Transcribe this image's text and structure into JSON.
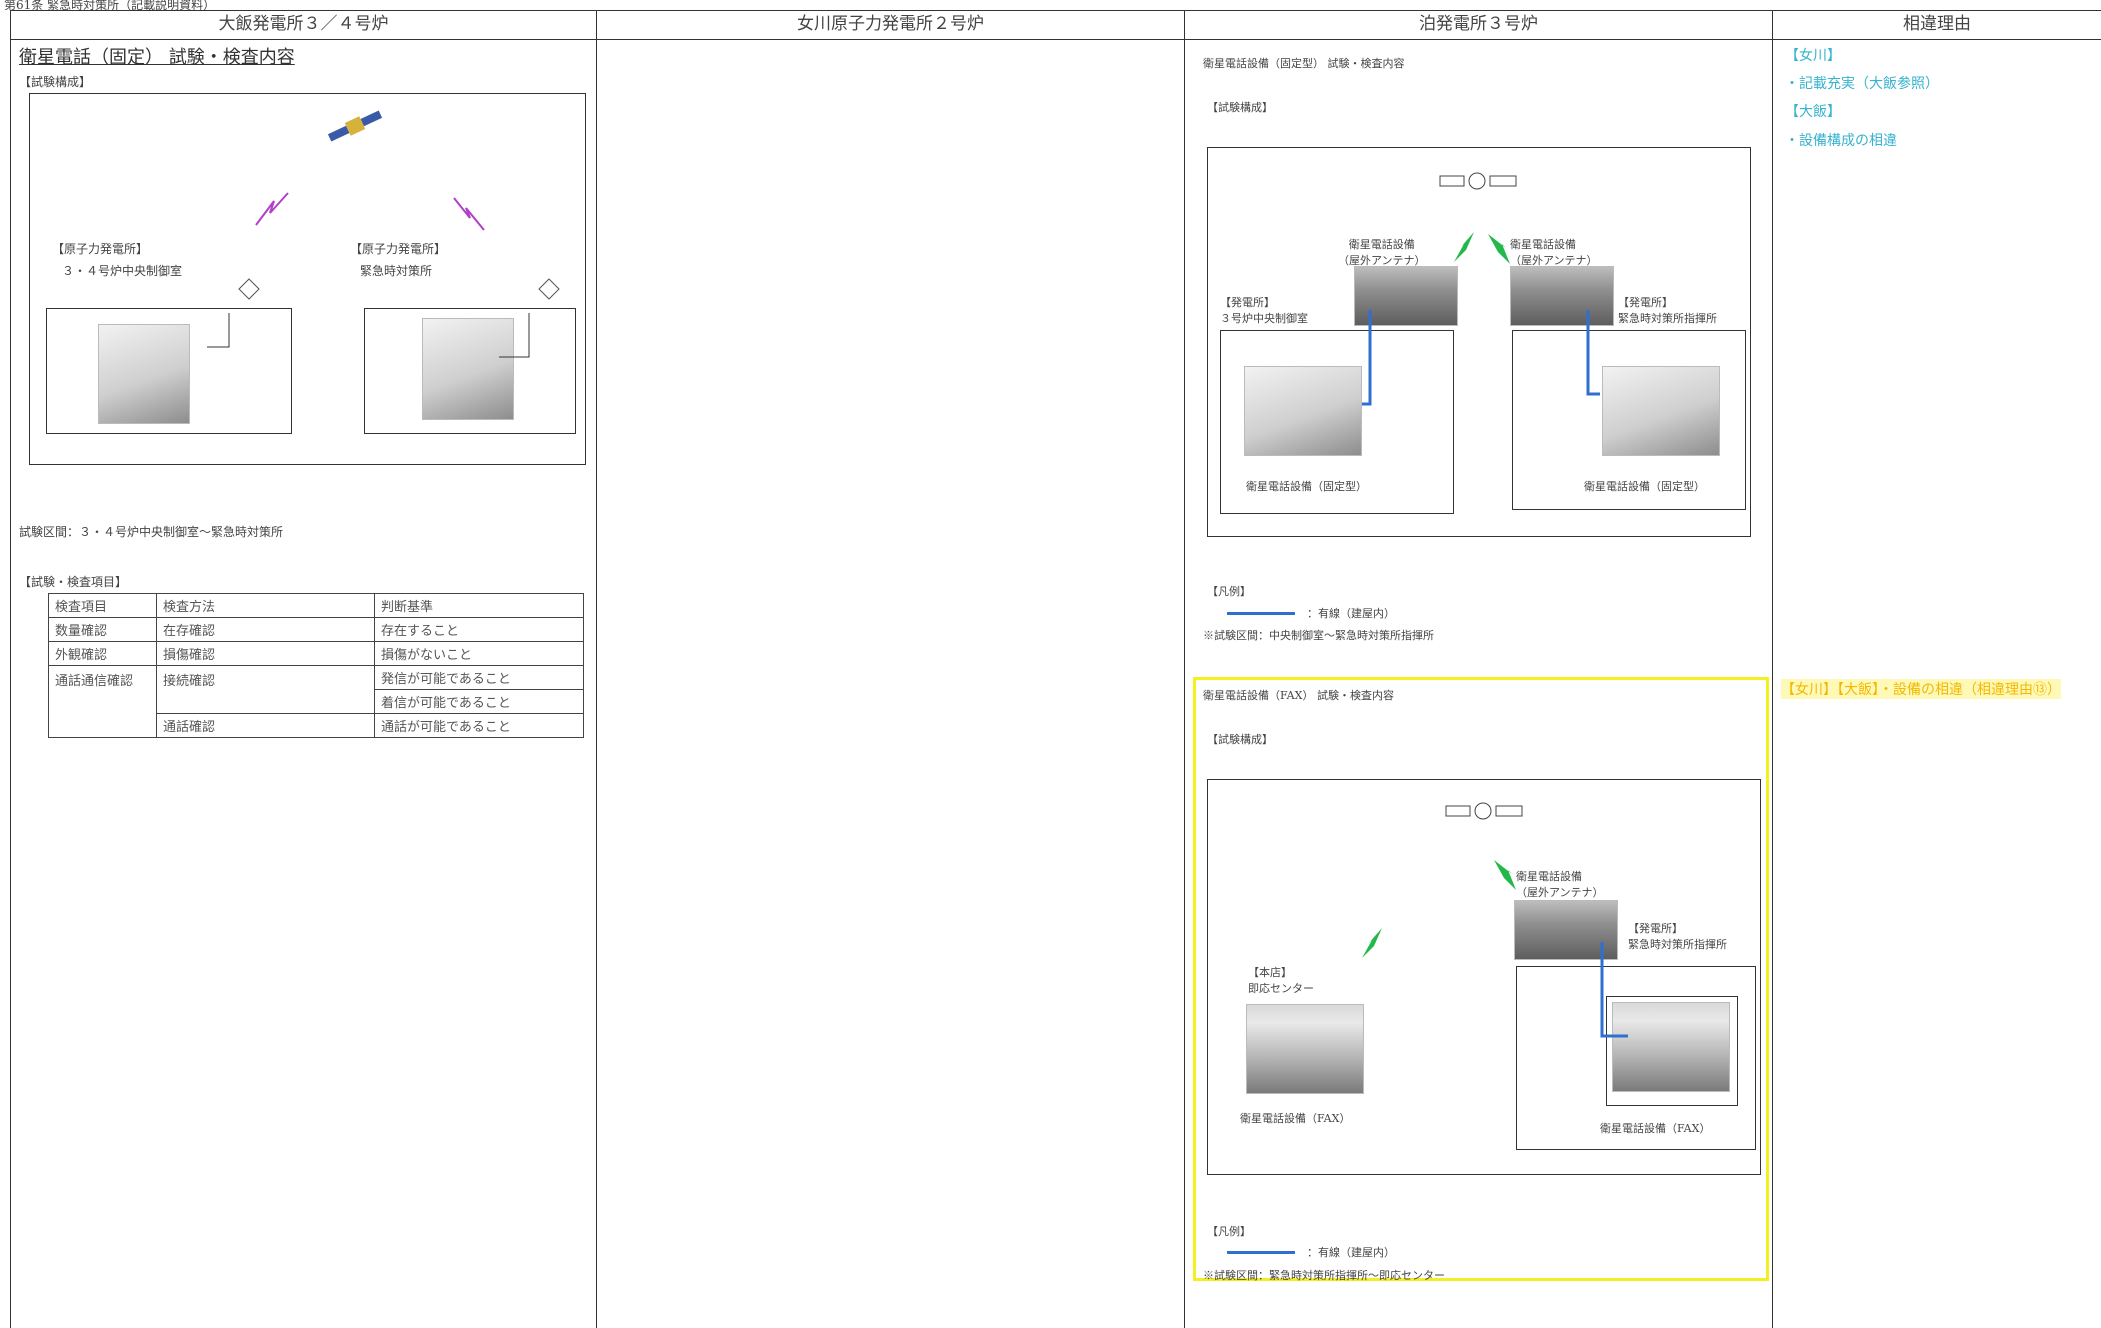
{
  "doc_header": "第61条 緊急時対策所（記載説明資料）",
  "columns": {
    "col1": "大飯発電所３／４号炉",
    "col2": "女川原子力発電所２号炉",
    "col3": "泊発電所３号炉",
    "col4": "相違理由"
  },
  "ohi": {
    "title": "衛星電話（固定） 試験・検査内容",
    "config_label": "【試験構成】",
    "left_station_label": "【原子力発電所】",
    "left_room": "３・４号炉中央制御室",
    "right_station_label": "【原子力発電所】",
    "right_room": "緊急時対策所",
    "section_range": "試験区間：３・４号炉中央制御室～緊急時対策所",
    "items_label": "【試験・検査項目】",
    "table_header": [
      "検査項目",
      "検査方法",
      "判断基準"
    ],
    "rows": [
      {
        "item": "数量確認",
        "method": "在存確認",
        "criteria": "存在すること"
      },
      {
        "item": "外観確認",
        "method": "損傷確認",
        "criteria": "損傷がないこと"
      },
      {
        "item": "通話通信確認",
        "method": "接続確認",
        "criteria": "発信が可能であること"
      },
      {
        "item": "",
        "method": "",
        "criteria": "着信が可能であること"
      },
      {
        "item": "",
        "method": "通話確認",
        "criteria": "通話が可能であること"
      }
    ]
  },
  "tomari_fixed": {
    "title": "衛星電話設備（固定型） 試験・検査内容",
    "config_label": "【試験構成】",
    "antenna_left": [
      "衛星電話設備",
      "（屋外アンテナ）"
    ],
    "antenna_right": [
      "衛星電話設備",
      "（屋外アンテナ）"
    ],
    "left_station": [
      "【発電所】",
      "３号炉中央制御室"
    ],
    "right_station": [
      "【発電所】",
      "緊急時対策所指揮所"
    ],
    "left_device": "衛星電話設備（固定型）",
    "right_device": "衛星電話設備（固定型）",
    "legend_label": "【凡例】",
    "legend_text": "：有線（建屋内）",
    "section_note": "※試験区間：中央制御室～緊急時対策所指揮所"
  },
  "tomari_fax": {
    "title": "衛星電話設備（FAX） 試験・検査内容",
    "config_label": "【試験構成】",
    "antenna": [
      "衛星電話設備",
      "（屋外アンテナ）"
    ],
    "right_station": [
      "【発電所】",
      "緊急時対策所指揮所"
    ],
    "left_station": [
      "【本店】",
      "即応センター"
    ],
    "left_device": "衛星電話設備（FAX）",
    "right_device": "衛星電話設備（FAX）",
    "legend_label": "【凡例】",
    "legend_text": "：有線（建屋内）",
    "section_note": "※試験区間：緊急時対策所指揮所～即応センター"
  },
  "reasons": {
    "r1": "【女川】",
    "r2": "・記載充実（大飯参照）",
    "r3": "【大飯】",
    "r4": "・設備構成の相違",
    "r5": "【女川】【大飯】・設備の相違（相違理由⑬）"
  },
  "colors": {
    "teal": "#36b3cf",
    "highlight": "#f4ef1e",
    "wire": "#2f6fd0",
    "lightning_purple": "#b040c8",
    "lightning_green": "#22b84a"
  }
}
